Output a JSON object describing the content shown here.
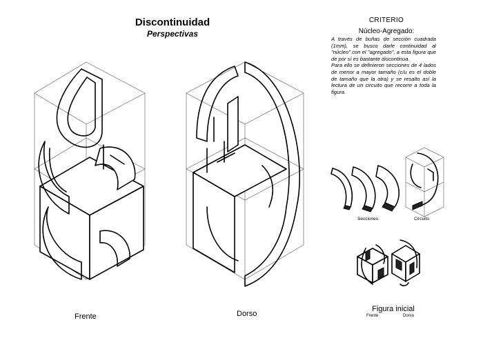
{
  "header": {
    "title": "Discontinuidad",
    "subtitle": "Perspectivas"
  },
  "criteria": {
    "heading": "CRITERIO",
    "subheading": "Núcleo-Agregado:",
    "paragraph1": "A través de buñas de sección cuadrada (1mm), se busco darle continuidad al \"núcleo\" con el \"agregado\", a esta figura que de por sí es bastante discontinua.",
    "paragraph2": "Para ello se definieron secciones de 4 lados de menor a mayor tamaño (c/u es el doble de tamaño que la otra) y se resalto así la lectura de un circuito que recorre a toda la figura."
  },
  "labels": {
    "front": "Frente",
    "back": "Dorso",
    "sections": "Secciones",
    "circuit": "Circuito",
    "initial_figure": "Figura inicial",
    "initial_front": "Frente",
    "initial_back": "Dorso"
  },
  "icons": {
    "front_view": "isometric-figure-front",
    "back_view": "isometric-figure-back",
    "sections": "curved-section-pieces",
    "circuit": "circuit-cube",
    "initial_front": "initial-figure-front",
    "initial_back": "initial-figure-back"
  }
}
